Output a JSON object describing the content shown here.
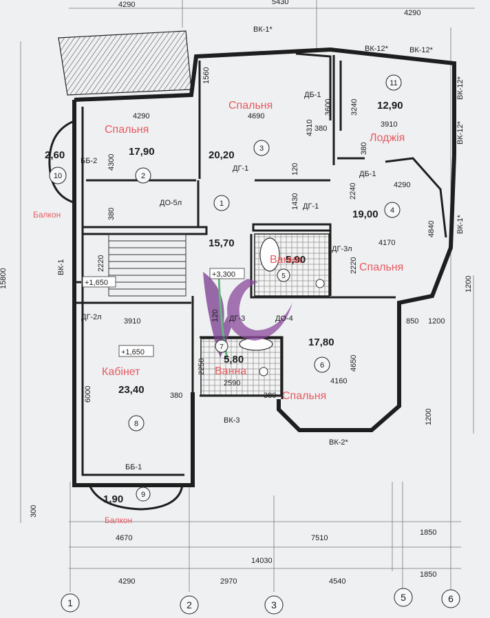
{
  "rooms": {
    "r1": {
      "num": "1",
      "area": "15,70"
    },
    "r2": {
      "num": "2",
      "area": "17,90",
      "name": "Спальня"
    },
    "r3": {
      "num": "3",
      "area": "20,20",
      "name": "Спальня"
    },
    "r4": {
      "num": "4",
      "area": "19,00",
      "name": "Спальня"
    },
    "r5": {
      "num": "5",
      "area": "5,90",
      "name": "Ванна"
    },
    "r6": {
      "num": "6",
      "area": "17,80",
      "name": "Спальня"
    },
    "r7": {
      "num": "7",
      "area": "5,80",
      "name": "Ванна"
    },
    "r8": {
      "num": "8",
      "area": "23,40",
      "name": "Кабінет"
    },
    "r9": {
      "num": "9",
      "area": "1,90",
      "name": "Балкон"
    },
    "r10": {
      "num": "10",
      "area": "2,60",
      "name": "Балкон"
    },
    "r11": {
      "num": "11",
      "area": "12,90",
      "name": "Лоджія"
    }
  },
  "marks": {
    "vk1_top": "ВК-1*",
    "vk12_a": "ВК-12*",
    "vk12_b": "ВК-12*",
    "vk12_r1": "ВК-12*",
    "vk12_r2": "ВК-12*",
    "vk1_right": "ВК-1*",
    "vk1_left": "ВК-1",
    "vk3": "ВК-3",
    "vk2": "ВК-2*",
    "db1_a": "ДБ-1",
    "db1_b": "ДБ-1",
    "bb2": "ББ-2",
    "bb1": "ББ-1",
    "dg1_a": "ДГ-1",
    "dg1_b": "ДГ-1",
    "do5l": "ДО-5л",
    "dg3l": "ДГ-3л",
    "dg2l": "ДГ-2л",
    "dg3": "ДГ-3",
    "do4": "ДО-4"
  },
  "levels": {
    "stair": "+1,650",
    "hall": "+3,300",
    "office": "+1,650"
  },
  "dims": {
    "top_4290a": "4290",
    "top_5430": "5430",
    "top_4290b": "4290",
    "d1560": "1560",
    "d4290_r2": "4290",
    "d4690": "4690",
    "d3600": "3600",
    "d3240": "3240",
    "d4310": "4310",
    "d380a": "380",
    "d3910_log": "3910",
    "d380b": "380",
    "d4300": "4300",
    "d120a": "120",
    "d2240": "2240",
    "d4290_r4": "4290",
    "d1430": "1430",
    "d380_c": "380",
    "d4840": "4840",
    "d4170": "4170",
    "d2220a": "2220",
    "d2220b": "2220",
    "d1200a": "1200",
    "d3910_off": "3910",
    "d120b": "120",
    "d850": "850",
    "d1200b": "1200",
    "d4650": "4650",
    "d2250": "2250",
    "d2590": "2590",
    "d6000": "6000",
    "d380d": "380",
    "d380e": "380",
    "d4160": "4160",
    "d1200c": "1200",
    "d300": "300",
    "d15800": "15800",
    "b4670": "4670",
    "b7510": "7510",
    "b1850a": "1850",
    "b14030": "14030",
    "b4290": "4290",
    "b2970": "2970",
    "b4540": "4540",
    "b1850b": "1850"
  },
  "axes": [
    "1",
    "2",
    "3",
    "5",
    "6"
  ]
}
